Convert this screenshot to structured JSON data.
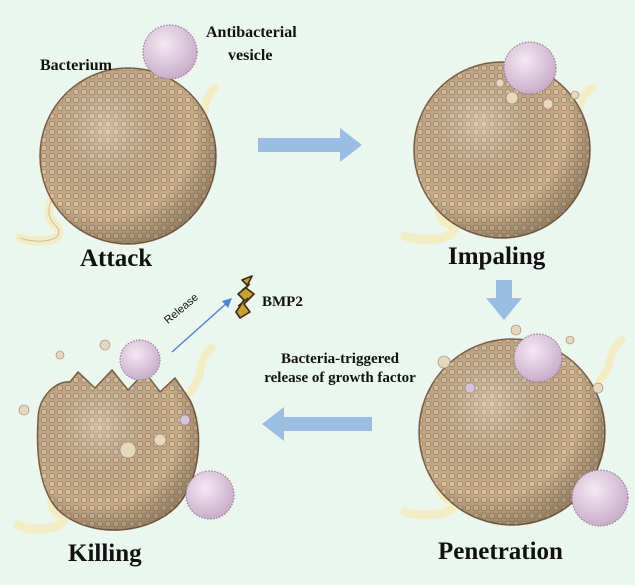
{
  "labels": {
    "bacterium": "Bacterium",
    "vesicle_line1": "Antibacterial",
    "vesicle_line2": "vesicle",
    "bmp2": "BMP2",
    "release": "Release",
    "caption_line1": "Bacteria-triggered",
    "caption_line2": "release of growth factor"
  },
  "stages": {
    "attack": "Attack",
    "impaling": "Impaling",
    "penetration": "Penetration",
    "killing": "Killing"
  },
  "colors": {
    "background": "#eaf6ee",
    "bacterium_fill": "#c8ab88",
    "bacterium_dots": "#9c8062",
    "vesicle_fill": "#ddc8dc",
    "flagellum": "#f3edc6",
    "arrow": "#9bbde3",
    "release_arrow": "#4a86d0"
  }
}
